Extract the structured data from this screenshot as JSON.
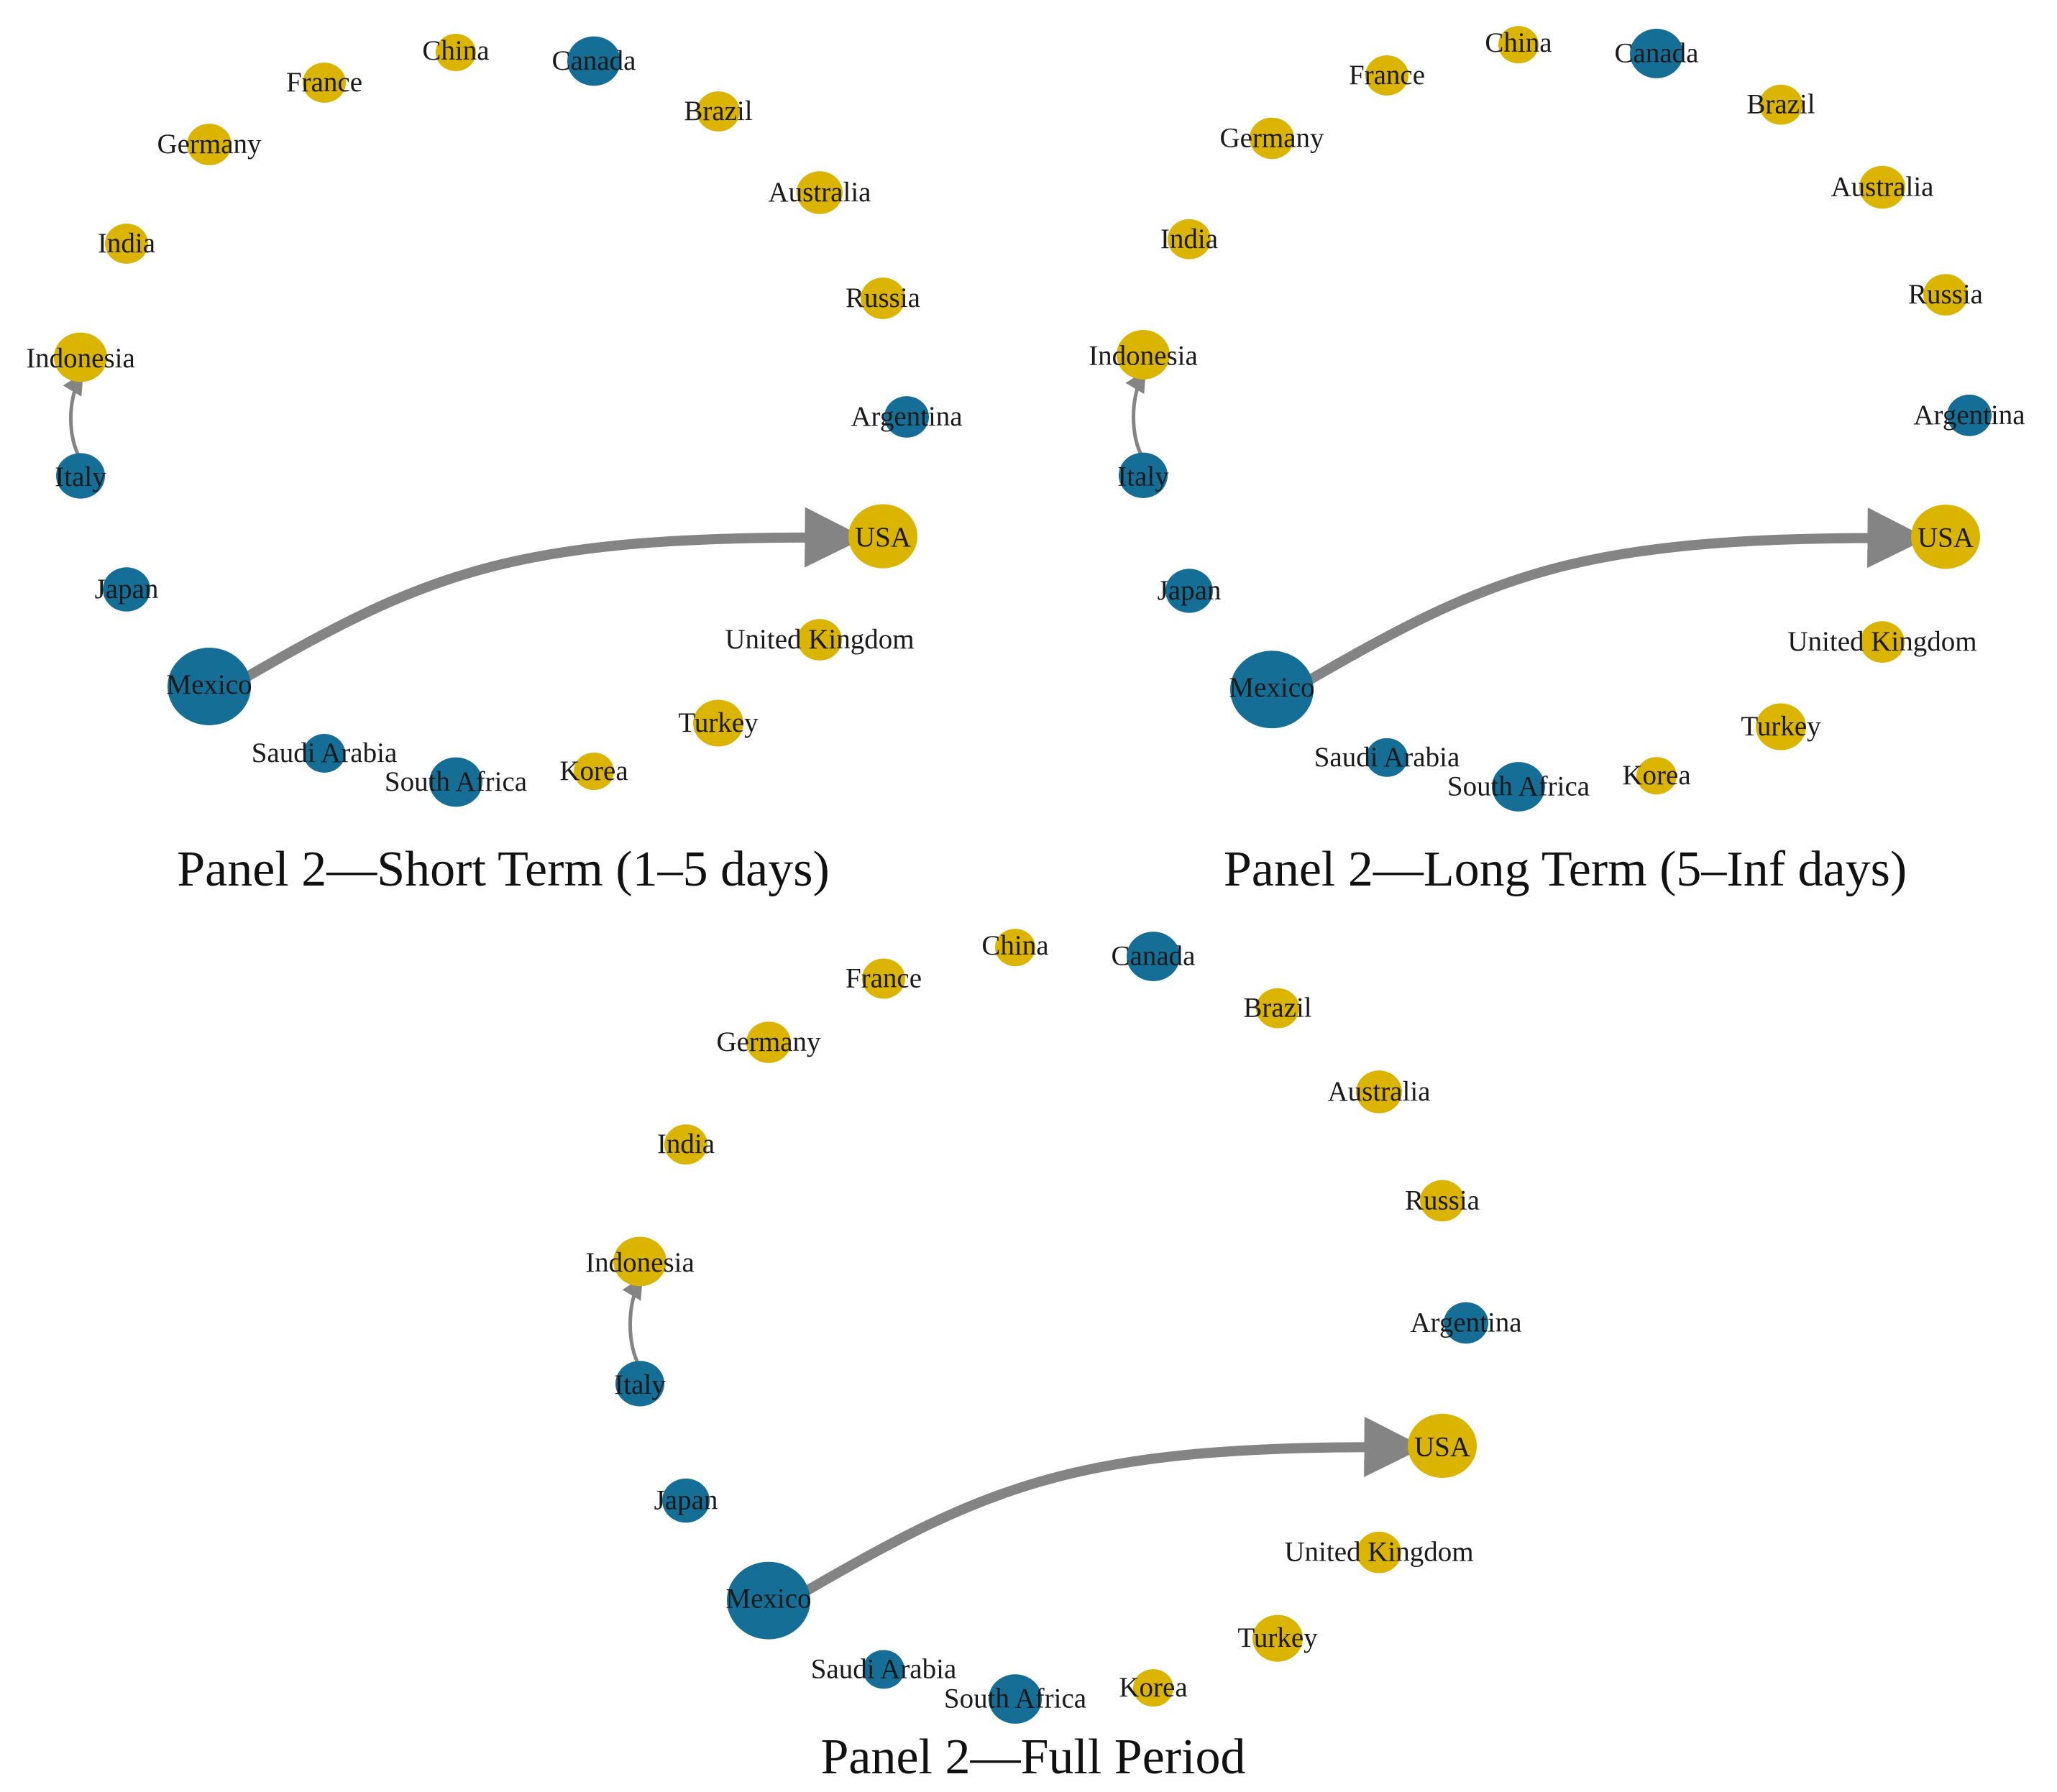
{
  "colors": {
    "blue": "#146e96",
    "gold": "#dbb400",
    "edge": "#848484",
    "label": "#1a1a1a"
  },
  "nodes": [
    {
      "id": "France",
      "label": "France",
      "color": "gold"
    },
    {
      "id": "China",
      "label": "China",
      "color": "gold"
    },
    {
      "id": "Canada",
      "label": "Canada",
      "color": "blue"
    },
    {
      "id": "Brazil",
      "label": "Brazil",
      "color": "gold"
    },
    {
      "id": "Germany",
      "label": "Germany",
      "color": "gold"
    },
    {
      "id": "Australia",
      "label": "Australia",
      "color": "gold"
    },
    {
      "id": "India",
      "label": "India",
      "color": "gold"
    },
    {
      "id": "Russia",
      "label": "Russia",
      "color": "gold"
    },
    {
      "id": "Indonesia",
      "label": "Indonesia",
      "color": "gold"
    },
    {
      "id": "Argentina",
      "label": "Argentina",
      "color": "blue"
    },
    {
      "id": "Italy",
      "label": "Italy",
      "color": "blue"
    },
    {
      "id": "USA",
      "label": "USA",
      "color": "gold"
    },
    {
      "id": "Japan",
      "label": "Japan",
      "color": "blue"
    },
    {
      "id": "United Kingdom",
      "label": "United Kingdom",
      "color": "gold"
    },
    {
      "id": "Mexico",
      "label": "Mexico",
      "color": "blue"
    },
    {
      "id": "Turkey",
      "label": "Turkey",
      "color": "gold"
    },
    {
      "id": "Saudi Arabia",
      "label": "Saudi Arabia",
      "color": "blue"
    },
    {
      "id": "South Africa",
      "label": "South Africa",
      "color": "blue"
    },
    {
      "id": "Korea",
      "label": "Korea",
      "color": "gold"
    }
  ],
  "panels": [
    {
      "caption": "Panel 2—Short Term (1–5 days)",
      "edges": [
        {
          "source": "Italy",
          "target": "Indonesia"
        },
        {
          "source": "Mexico",
          "target": "USA"
        }
      ]
    },
    {
      "caption": "Panel 2—Long Term (5–Inf days)",
      "edges": [
        {
          "source": "Italy",
          "target": "Indonesia"
        },
        {
          "source": "Mexico",
          "target": "USA"
        }
      ]
    },
    {
      "caption": "Panel 2—Full Period",
      "edges": [
        {
          "source": "Italy",
          "target": "Indonesia"
        },
        {
          "source": "Mexico",
          "target": "USA"
        }
      ]
    }
  ]
}
